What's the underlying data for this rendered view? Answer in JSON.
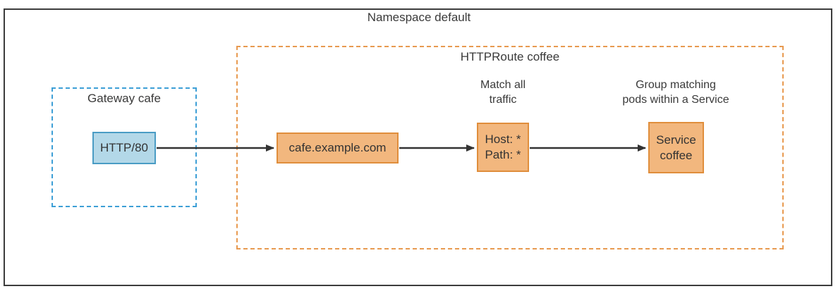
{
  "frame": {
    "title": "Namespace default"
  },
  "gateway_group": {
    "label": "Gateway cafe",
    "listener_node": "HTTP/80"
  },
  "httproute_group": {
    "label": "HTTPRoute coffee",
    "hostname_node": "cafe.example.com",
    "match_node": {
      "line1": "Host: *",
      "line2": "Path: *"
    },
    "match_annotation": {
      "line1": "Match all",
      "line2": "traffic"
    },
    "service_annotation": {
      "line1": "Group matching",
      "line2": "pods within a Service"
    },
    "service_node": {
      "line1": "Service",
      "line2": "coffee"
    }
  },
  "colors": {
    "outer_border": "#3c3c3c",
    "gateway_group_border": "#3d9fd6",
    "httproute_group_border": "#e89a50",
    "node_blue_fill": "#b3d8e8",
    "node_blue_border": "#4a9cc4",
    "node_orange_fill": "#f2b77e",
    "node_orange_border": "#e08e3c",
    "arrow": "#333333",
    "text": "#3a3a3a"
  }
}
